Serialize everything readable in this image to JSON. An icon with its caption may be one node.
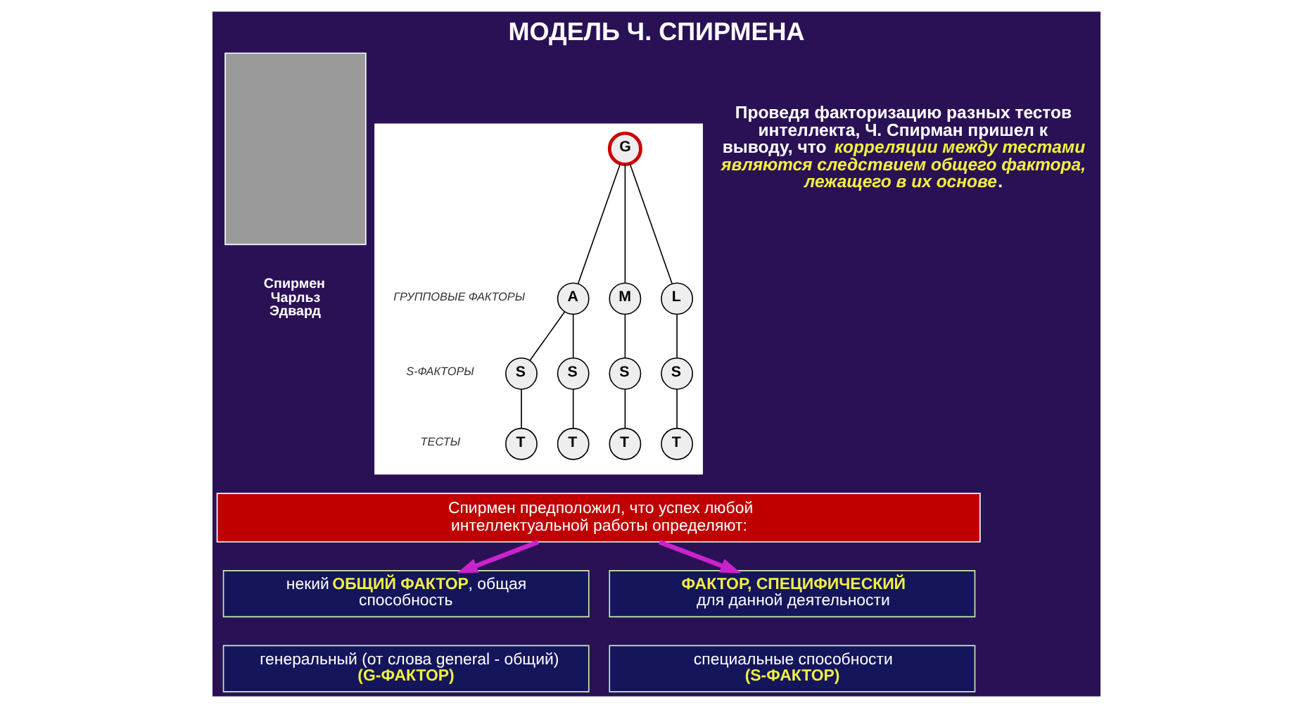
{
  "diagram": {
    "title": "МОДЕЛЬ Ч. СПИРМЕНА",
    "nodes": [
      {
        "text": [],
        "shape": "box",
        "beside": [
          "Спирмен Чарльз Эдвард"
        ]
      },
      {
        "text": [],
        "shape": "box"
      },
      {
        "text": [
          "G"
        ],
        "in": 1
      },
      {
        "text": [
          "A"
        ],
        "in": 1
      },
      {
        "text": [
          "M"
        ],
        "in": 1
      },
      {
        "text": [
          "L"
        ],
        "in": 1
      },
      {
        "text": [
          "S"
        ],
        "in": 1
      },
      {
        "text": [
          "S"
        ],
        "in": 1
      },
      {
        "text": [
          "S"
        ],
        "in": 1
      },
      {
        "text": [
          "S"
        ],
        "in": 1
      },
      {
        "text": [
          "T"
        ],
        "in": 1
      },
      {
        "text": [
          "T"
        ],
        "in": 1
      },
      {
        "text": [
          "T"
        ],
        "in": 1
      },
      {
        "text": [
          "T"
        ],
        "in": 1
      },
      {
        "text": [
          "Спирмен предположил, что успех любой интеллектуальной работы определяют:"
        ]
      },
      {
        "text": [
          "некий **ОБЩИЙ ФАКТОР**, общая способность"
        ]
      },
      {
        "text": [
          "ФАКТОР, СПЕЦИФИЧЕСКИЙ",
          "для данной деятельности"
        ]
      },
      {
        "text": [
          "генеральный (от слова general - общий)",
          "(G-ФАКТОР)"
        ]
      },
      {
        "text": [
          "специальные способности",
          "(S-ФАКТОР)"
        ]
      }
    ],
    "edges": [
      {
        "from": 2,
        "to": 3,
        "arrow": "none"
      },
      {
        "from": 2,
        "to": 4,
        "arrow": "none"
      },
      {
        "from": 2,
        "to": 5,
        "arrow": "none"
      },
      {
        "from": 3,
        "to": 6,
        "arrow": "none"
      },
      {
        "from": 3,
        "to": 7,
        "arrow": "none"
      },
      {
        "from": 4,
        "to": 8,
        "arrow": "none"
      },
      {
        "from": 5,
        "to": 9,
        "arrow": "none"
      },
      {
        "from": 6,
        "to": 10,
        "arrow": "none"
      },
      {
        "from": 7,
        "to": 11,
        "arrow": "none"
      },
      {
        "from": 8,
        "to": 12,
        "arrow": "none"
      },
      {
        "from": 9,
        "to": 13,
        "arrow": "none"
      },
      {
        "from": 14,
        "to": 15,
        "arrow": "to",
        "style": "thick",
        "color": "#cc22cc"
      },
      {
        "from": 14,
        "to": 16,
        "arrow": "to",
        "style": "thick",
        "color": "#cc22cc"
      }
    ],
    "labels": [
      "ГРУППОВЫЕ ФАКТОРЫ",
      "S-ФАКТОРЫ",
      "ТЕСТЫ",
      "Проведя факторизацию разных тестов интеллекта, Ч. Спирман пришел к выводу, что *корреляции между тестами являются следствием общего фактора, лежащего в их основе*."
    ]
  }
}
